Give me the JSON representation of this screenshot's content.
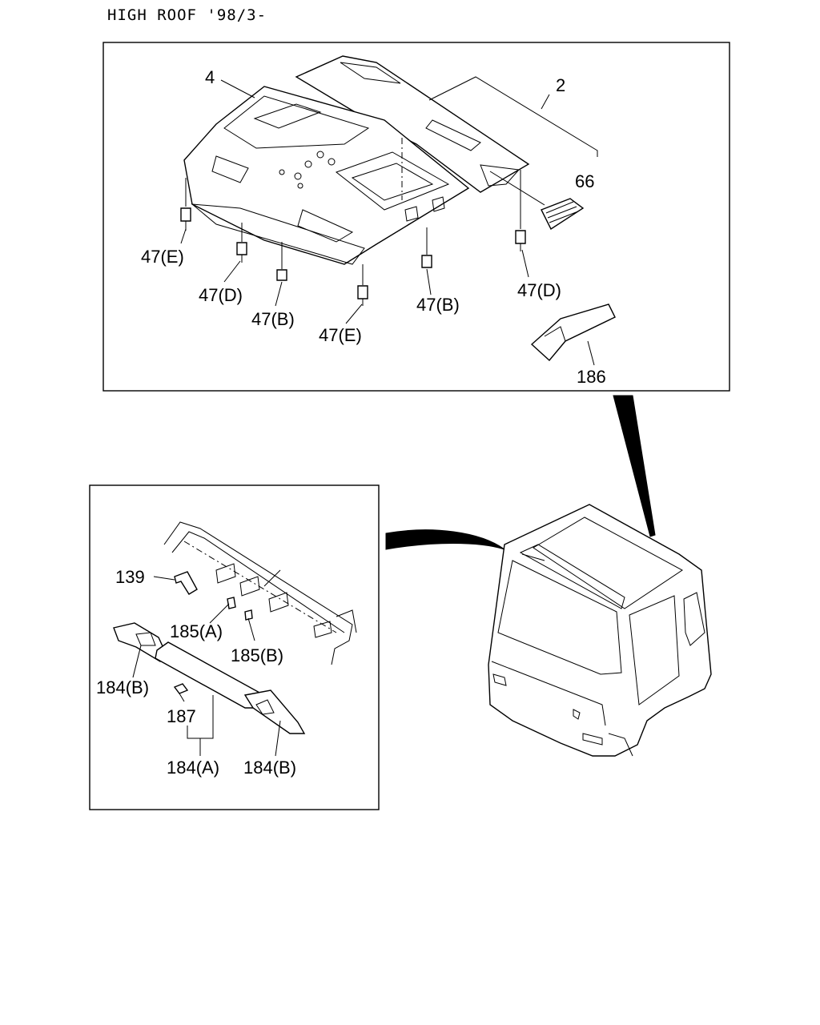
{
  "title": "HIGH ROOF '98/3-",
  "labels": {
    "p4": "4",
    "p2": "2",
    "p66": "66",
    "p47e_left": "47(E)",
    "p47d_left": "47(D)",
    "p47b_left": "47(B)",
    "p47e_mid": "47(E)",
    "p47b_right": "47(B)",
    "p47d_right": "47(D)",
    "p186": "186",
    "p139": "139",
    "p185a": "185(A)",
    "p185b": "185(B)",
    "p184b_left": "184(B)",
    "p187": "187",
    "p184a": "184(A)",
    "p184b_right": "184(B)"
  }
}
